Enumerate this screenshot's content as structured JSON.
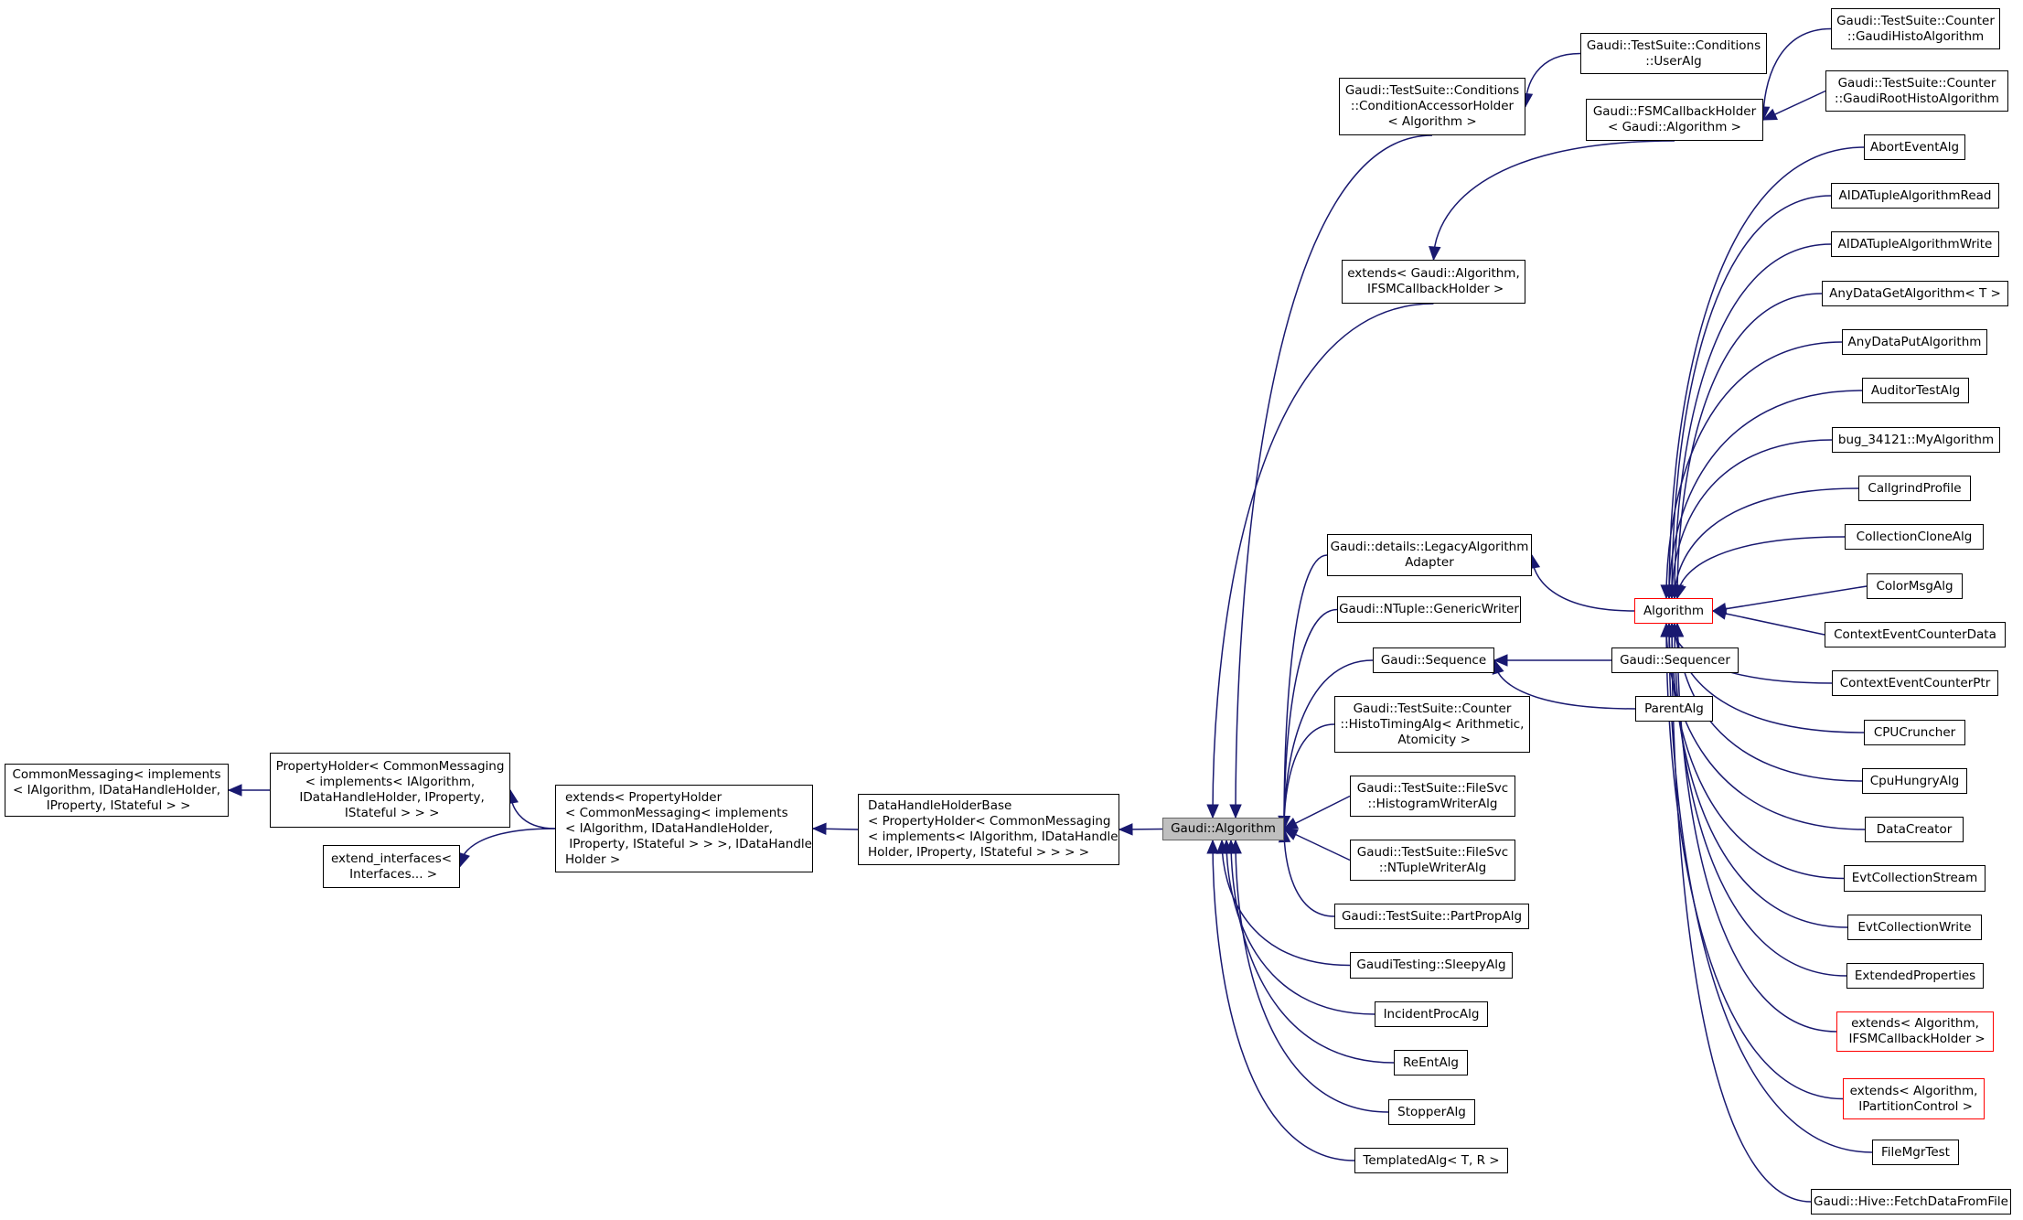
{
  "diagram": {
    "colors": {
      "edge": "#191970",
      "node_border": "#000000",
      "incomplete_border": "#ff0000",
      "current_fill": "#bfbfbf"
    },
    "nodes": {
      "common_messaging": "CommonMessaging< implements\n< IAlgorithm, IDataHandleHolder,\n IProperty, IStateful > >",
      "property_holder": "PropertyHolder< CommonMessaging\n< implements< IAlgorithm,\n IDataHandleHolder, IProperty,\n IStateful > > >",
      "extend_interfaces": "extend_interfaces<\n Interfaces... >",
      "extends_property_holder": "extends< PropertyHolder\n< CommonMessaging< implements\n< IAlgorithm, IDataHandleHolder,\n IProperty, IStateful > > >, IDataHandle\nHolder >",
      "data_handle_holder_base": "DataHandleHolderBase\n< PropertyHolder< CommonMessaging\n< implements< IAlgorithm, IDataHandle\nHolder, IProperty, IStateful > > > >",
      "gaudi_algorithm": "Gaudi::Algorithm",
      "condition_accessor_holder": "Gaudi::TestSuite::Conditions\n::ConditionAccessorHolder\n< Algorithm >",
      "conditions_useralg": "Gaudi::TestSuite::Conditions\n::UserAlg",
      "extends_gaudi_algorithm_fsm": "extends< Gaudi::Algorithm,\n IFSMCallbackHolder >",
      "fsm_callback_holder": "Gaudi::FSMCallbackHolder\n< Gaudi::Algorithm >",
      "counter_gaudihisto": "Gaudi::TestSuite::Counter\n::GaudiHistoAlgorithm",
      "counter_gaudiroothisto": "Gaudi::TestSuite::Counter\n::GaudiRootHistoAlgorithm",
      "legacy_algorithm_adapter": "Gaudi::details::LegacyAlgorithm\nAdapter",
      "ntuple_generic_writer": "Gaudi::NTuple::GenericWriter",
      "gaudi_sequence": "Gaudi::Sequence",
      "gaudi_sequencer": "Gaudi::Sequencer",
      "parent_alg": "ParentAlg",
      "histo_timing_alg": "Gaudi::TestSuite::Counter\n::HistoTimingAlg< Arithmetic,\n Atomicity >",
      "histogram_writer_alg": "Gaudi::TestSuite::FileSvc\n::HistogramWriterAlg",
      "ntuple_writer_alg": "Gaudi::TestSuite::FileSvc\n::NTupleWriterAlg",
      "part_prop_alg": "Gaudi::TestSuite::PartPropAlg",
      "sleepy_alg": "GaudiTesting::SleepyAlg",
      "incident_proc_alg": "IncidentProcAlg",
      "re_ent_alg": "ReEntAlg",
      "stopper_alg": "StopperAlg",
      "templated_alg": "TemplatedAlg< T, R >",
      "algorithm": "Algorithm",
      "abort_event_alg": "AbortEventAlg",
      "aida_tuple_read": "AIDATupleAlgorithmRead",
      "aida_tuple_write": "AIDATupleAlgorithmWrite",
      "any_data_get": "AnyDataGetAlgorithm< T >",
      "any_data_put": "AnyDataPutAlgorithm",
      "auditor_test_alg": "AuditorTestAlg",
      "bug_34121": "bug_34121::MyAlgorithm",
      "callgrind_profile": "CallgrindProfile",
      "collection_clone_alg": "CollectionCloneAlg",
      "color_msg_alg": "ColorMsgAlg",
      "context_event_counter_data": "ContextEventCounterData",
      "context_event_counter_ptr": "ContextEventCounterPtr",
      "cpu_cruncher": "CPUCruncher",
      "cpu_hungry_alg": "CpuHungryAlg",
      "data_creator": "DataCreator",
      "evt_collection_stream": "EvtCollectionStream",
      "evt_collection_write": "EvtCollectionWrite",
      "extended_properties": "ExtendedProperties",
      "extends_algorithm_fsm": "extends< Algorithm,\n IFSMCallbackHolder >",
      "extends_algorithm_partition": "extends< Algorithm,\n IPartitionControl >",
      "file_mgr_test": "FileMgrTest",
      "fetch_data_from_file": "Gaudi::Hive::FetchDataFromFile"
    }
  }
}
